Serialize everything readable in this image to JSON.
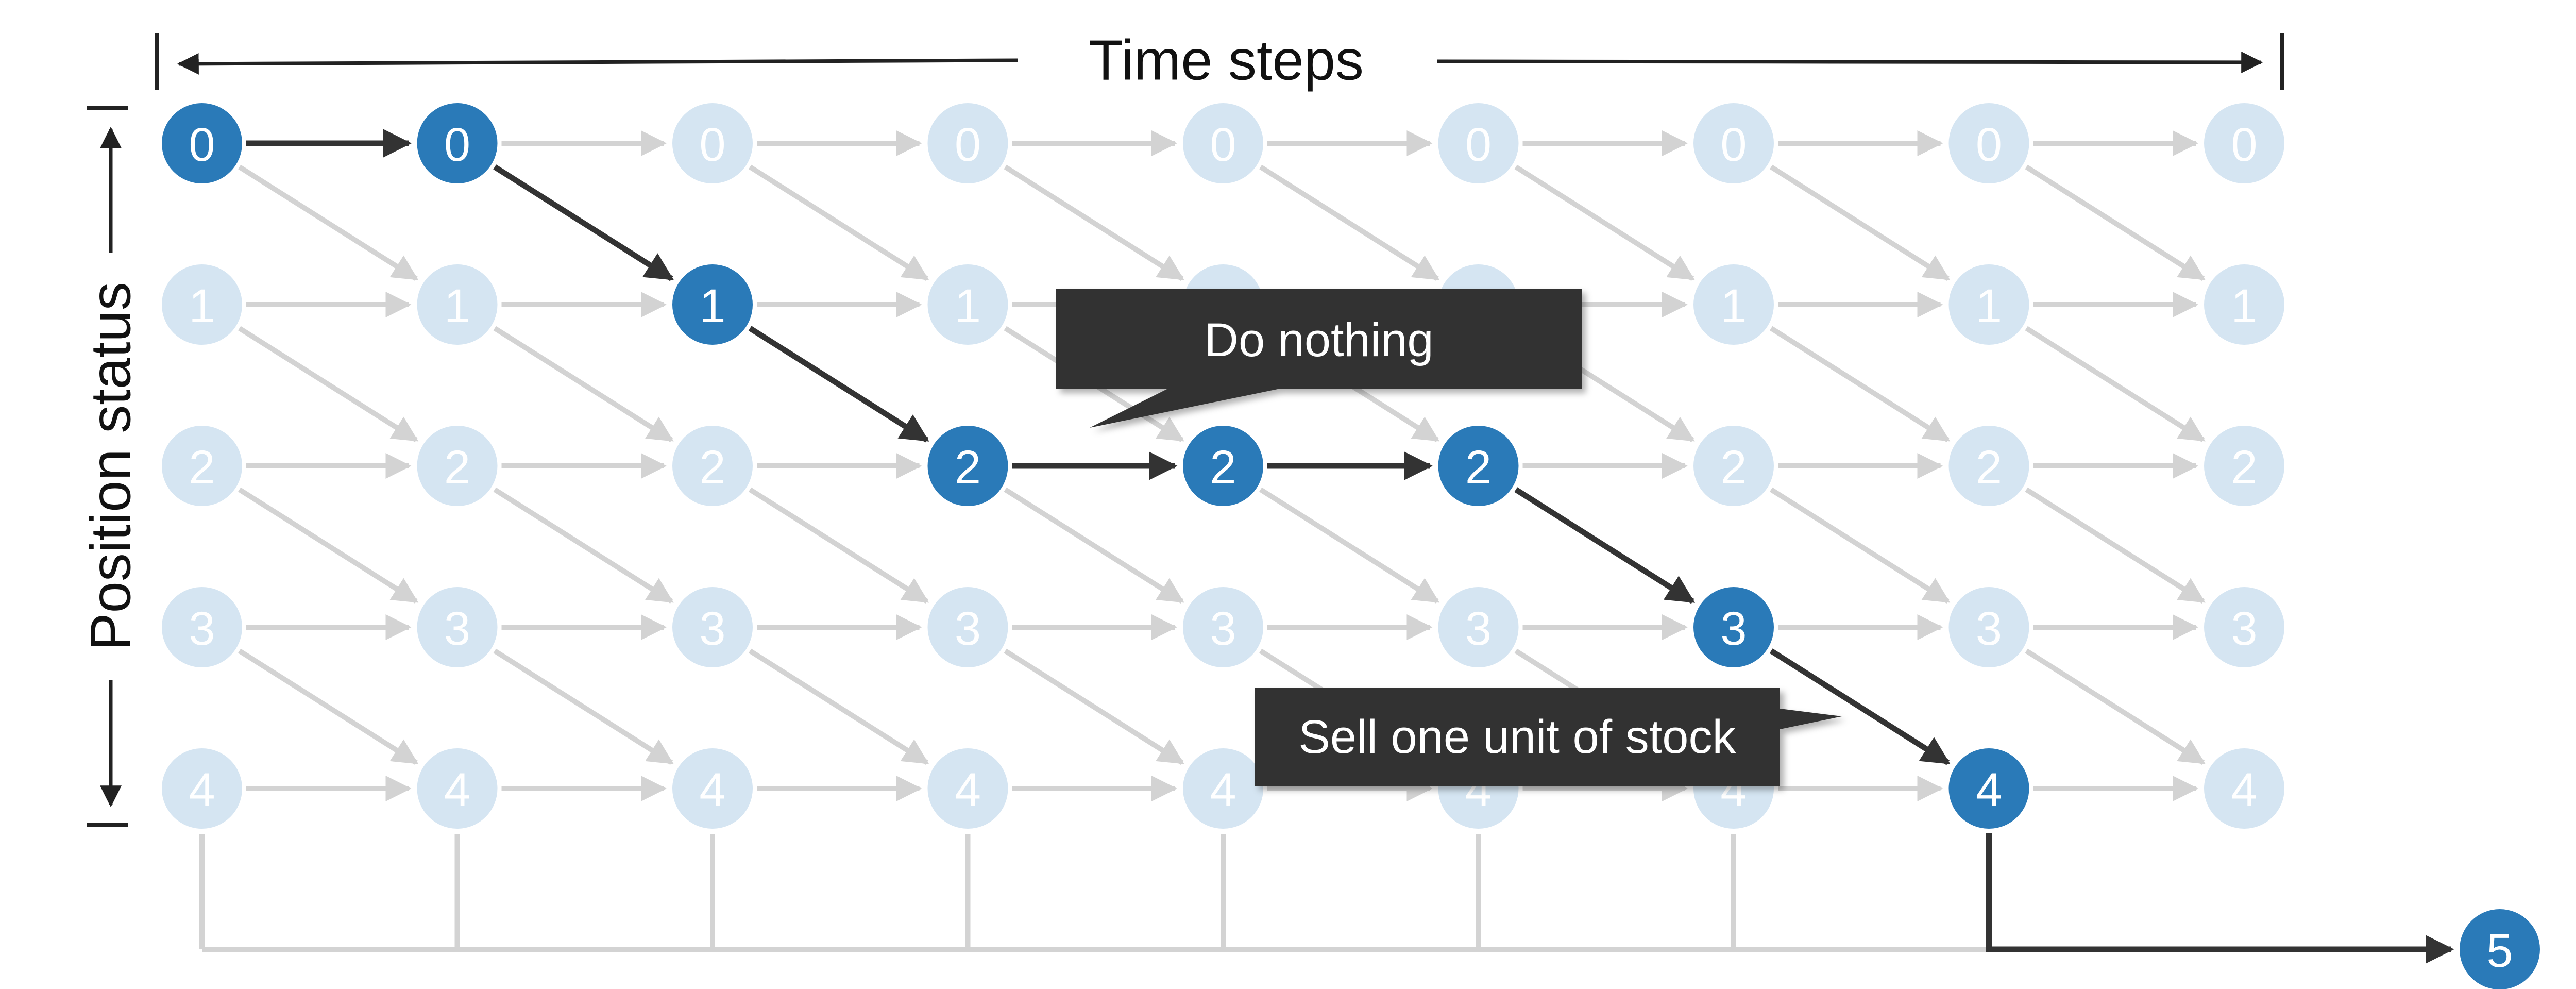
{
  "axes": {
    "horizontal_label": "Time steps",
    "vertical_label": "Position status"
  },
  "grid": {
    "columns": 9,
    "row_labels": [
      "0",
      "1",
      "2",
      "3",
      "4"
    ],
    "terminal_label": "5"
  },
  "highlighted_path": [
    {
      "col": 0,
      "row": 0
    },
    {
      "col": 1,
      "row": 0
    },
    {
      "col": 2,
      "row": 1
    },
    {
      "col": 3,
      "row": 2
    },
    {
      "col": 4,
      "row": 2
    },
    {
      "col": 5,
      "row": 2
    },
    {
      "col": 6,
      "row": 3
    },
    {
      "col": 7,
      "row": 4
    }
  ],
  "callouts": {
    "do_nothing": "Do nothing",
    "sell": "Sell one unit of stock"
  },
  "colors": {
    "active_node": "#2a7ab8",
    "inactive_node": "#d5e5f2",
    "inactive_edge": "#d3d3d3",
    "active_edge": "#333333",
    "callout_bg": "#333333",
    "node_text": "#ffffff"
  }
}
